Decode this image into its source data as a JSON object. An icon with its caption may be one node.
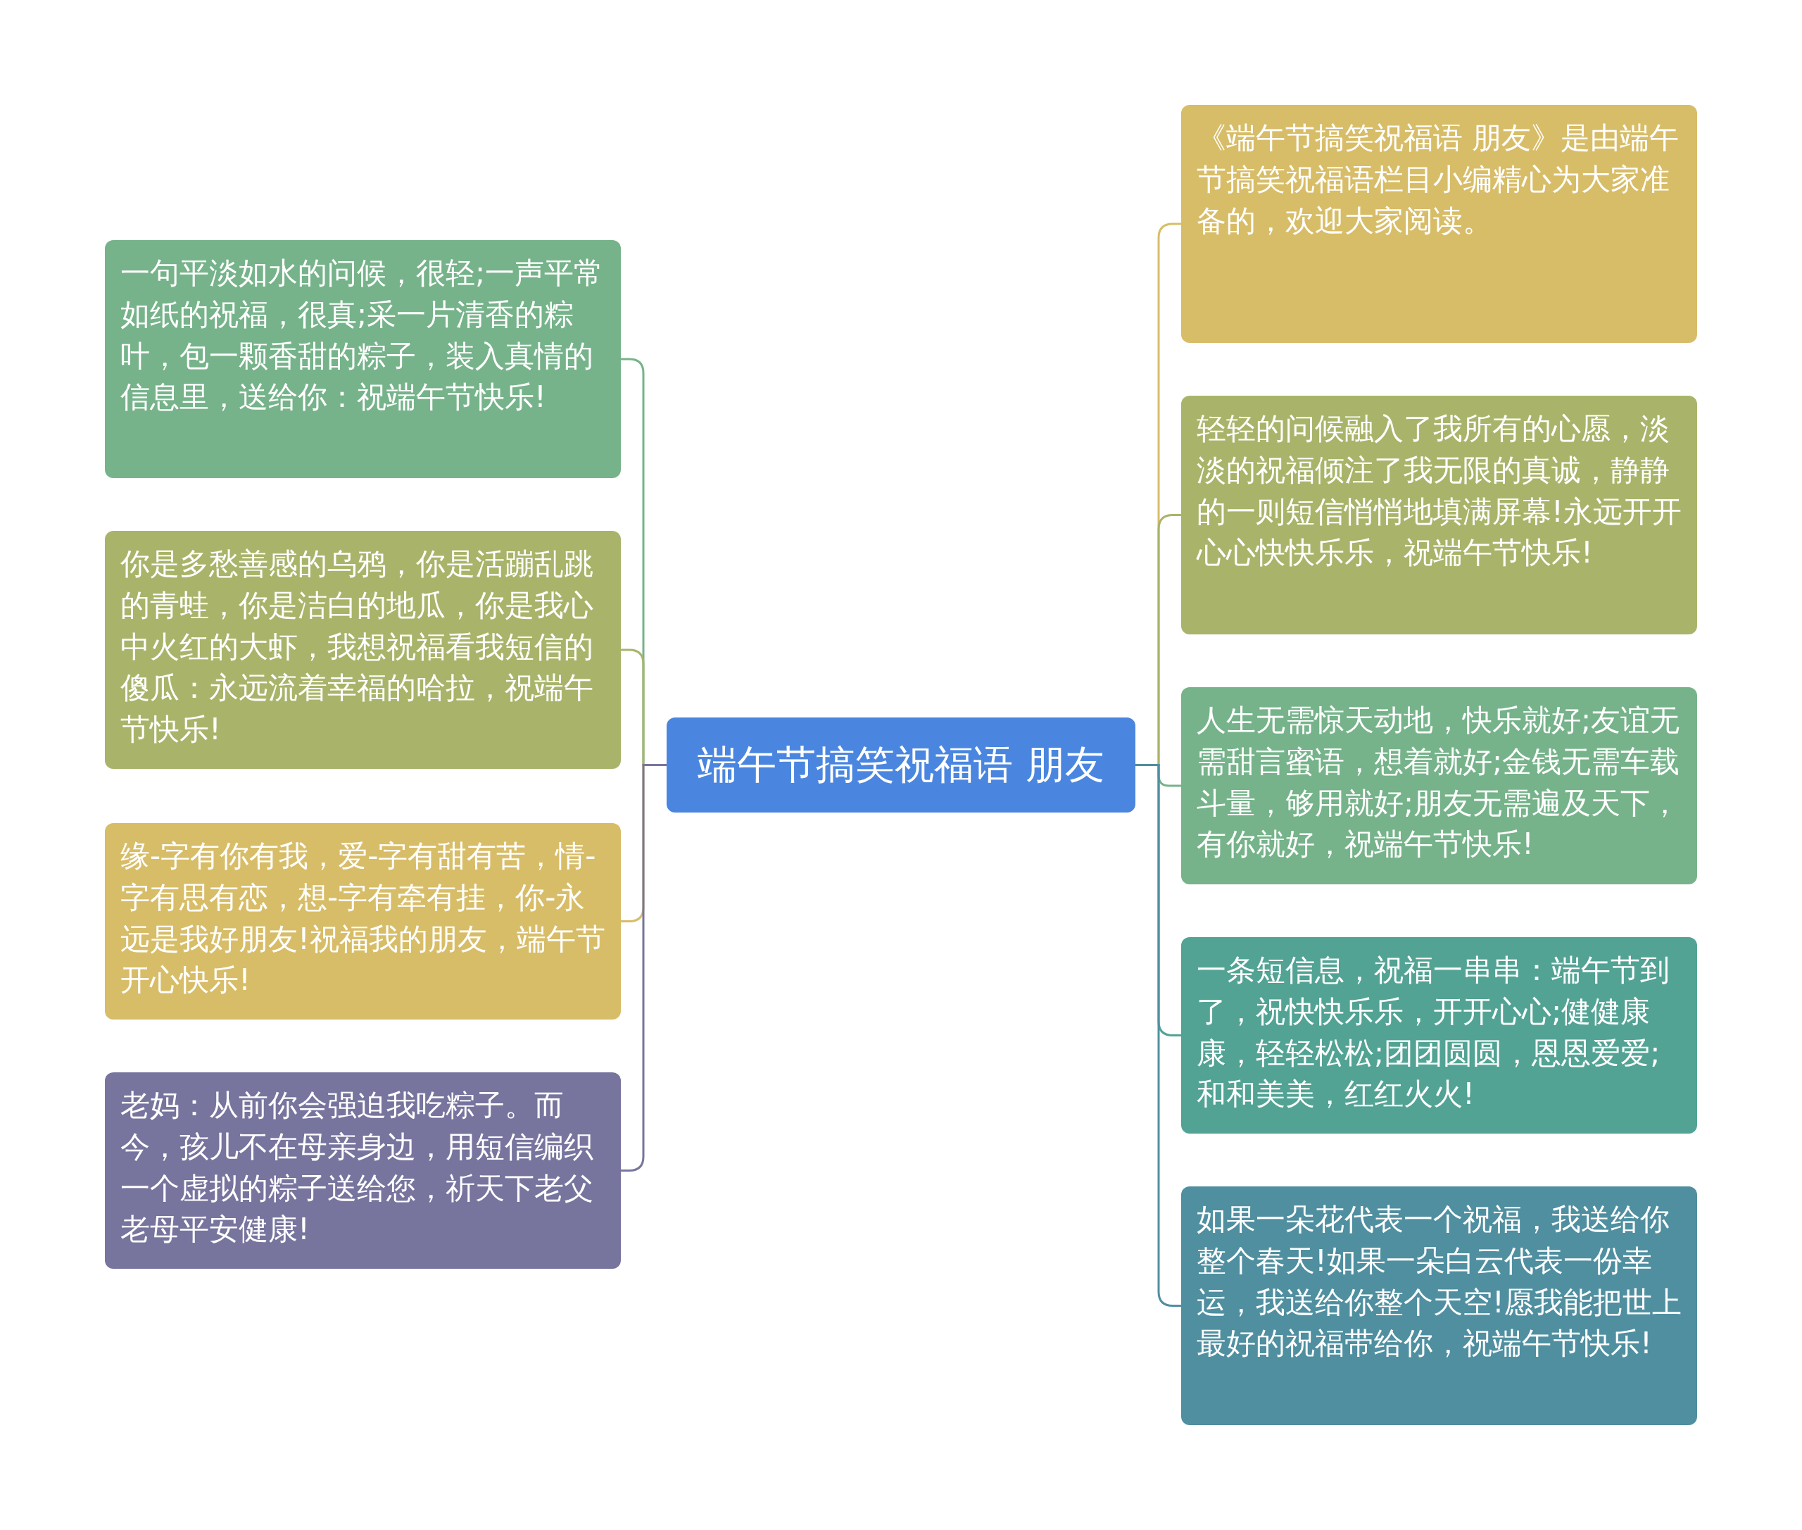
{
  "diagram": {
    "nodes": [
      {
        "text": [
          "端午节搞笑祝福语 朋友"
        ]
      },
      {
        "text": [
          "一句平淡如水的问候，很轻;一声平常如纸的祝福，很真;采一片清香的粽叶，包一颗香甜的粽子，装入真情的信息里，送给你：祝端午节快乐!"
        ]
      },
      {
        "text": [
          "你是多愁善感的乌鸦，你是活蹦乱跳的青蛙，你是洁白的地瓜，你是我心中火红的大虾，我想祝福看我短信的傻瓜：永远流着幸福的哈拉，祝端午节快乐!"
        ]
      },
      {
        "text": [
          "缘-字有你有我，爱-字有甜有苦，情-字有思有恋，想-字有牵有挂，你-永远是我好朋友!祝福我的朋友，端午节开心快乐!"
        ]
      },
      {
        "text": [
          "老妈：从前你会强迫我吃粽子。而今，孩儿不在母亲身边，用短信编织一个虚拟的粽子送给您，祈天下老父老母平安健康!"
        ]
      },
      {
        "text": [
          "《端午节搞笑祝福语 朋友》是由端午节搞笑祝福语栏目小编精心为大家准备的，欢迎大家阅读。"
        ]
      },
      {
        "text": [
          "轻轻的问候融入了我所有的心愿，淡淡的祝福倾注了我无限的真诚，静静的一则短信悄悄地填满屏幕!永远开开心心快快乐乐，祝端午节快乐!"
        ]
      },
      {
        "text": [
          "人生无需惊天动地，快乐就好;友谊无需甜言蜜语，想着就好;金钱无需车载斗量，够用就好;朋友无需遍及天下，有你就好，祝端午节快乐!"
        ]
      },
      {
        "text": [
          "一条短信息，祝福一串串：端午节到了，祝快快乐乐，开开心心;健健康康，轻轻松松;团团圆圆，恩恩爱爱;和和美美，红红火火!"
        ]
      },
      {
        "text": [
          "如果一朵花代表一个祝福，我送给你整个春天!如果一朵白云代表一份幸运，我送给你整个天空!愿我能把世上最好的祝福带给你，祝端午节快乐!"
        ]
      }
    ],
    "edges": [
      {
        "from": 0,
        "to": 1,
        "arrow": "none",
        "color": "#76b38a"
      },
      {
        "from": 0,
        "to": 2,
        "arrow": "none",
        "color": "#a9b46a"
      },
      {
        "from": 0,
        "to": 3,
        "arrow": "none",
        "color": "#d8bd68"
      },
      {
        "from": 0,
        "to": 4,
        "arrow": "none",
        "color": "#77759e"
      },
      {
        "from": 0,
        "to": 5,
        "arrow": "none",
        "color": "#d8bd68"
      },
      {
        "from": 0,
        "to": 6,
        "arrow": "none",
        "color": "#a9b46a"
      },
      {
        "from": 0,
        "to": 7,
        "arrow": "none",
        "color": "#76b38a"
      },
      {
        "from": 0,
        "to": 8,
        "arrow": "none",
        "color": "#52a394"
      },
      {
        "from": 0,
        "to": 9,
        "arrow": "none",
        "color": "#4f8fa0"
      }
    ]
  }
}
